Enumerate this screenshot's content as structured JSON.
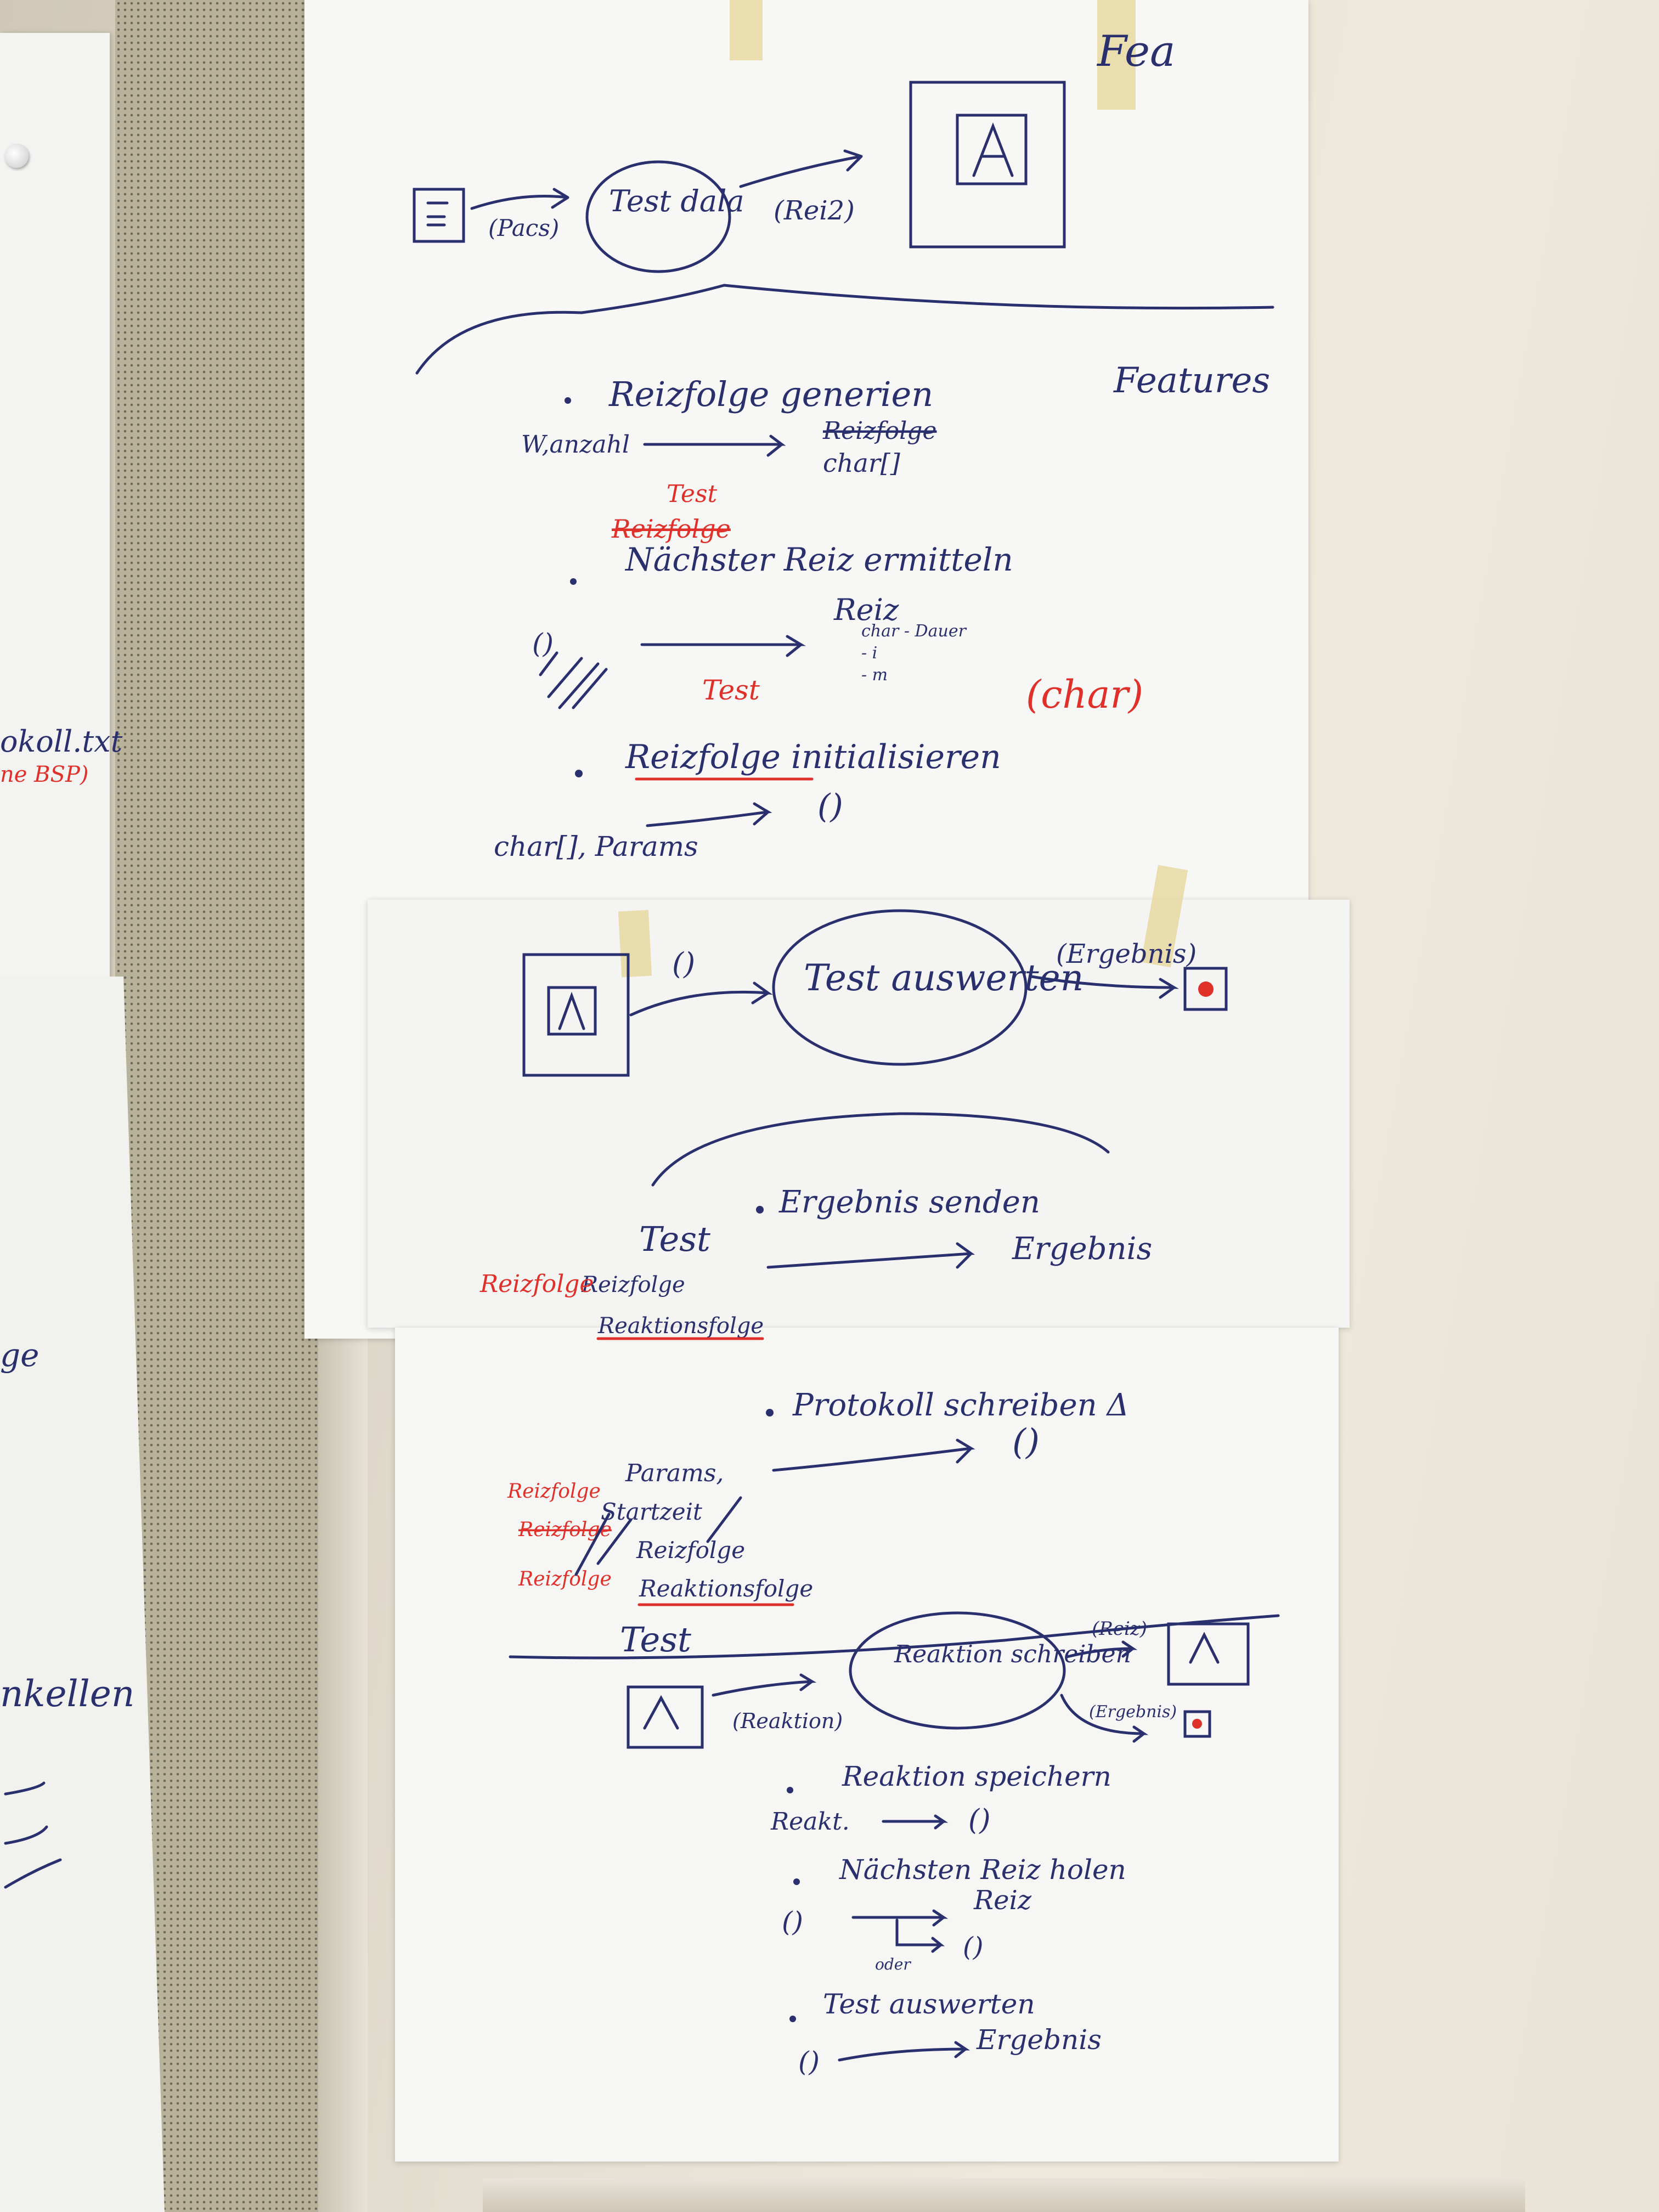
{
  "photo": {
    "subject": "Whiteboard-style flip chart sheets with handwritten flow diagrams",
    "ink_colors": {
      "blue": "#2a2f6e",
      "red": "#e0302a"
    }
  },
  "top_section": {
    "corner_note": "Fea",
    "flow_edge1": "(Pacs)",
    "node_test_data": "Test dala",
    "flow_edge2": "(Rei2)",
    "features_label": "Features"
  },
  "features": [
    {
      "bullet": "Reizfolge generien",
      "input": "W,anzahl",
      "output_struck": "Reizfolge",
      "output": "char[]"
    },
    {
      "red_above": "Test",
      "red_struck": "Reizfolge",
      "bullet": "Nächster Reiz ermitteln",
      "input": "()",
      "output": "Reiz",
      "output_detail": [
        "char - Dauer",
        "- i",
        "- m"
      ]
    },
    {
      "red_above": "Test",
      "bullet": "Reizfolge initialisieren",
      "red_note": "(char)",
      "input": "char[], Params",
      "output": "()"
    }
  ],
  "middle_section": {
    "edge_in": "()",
    "node_test_auswerten": "Test auswerten",
    "edge_out": "(Ergebnis)",
    "bullet_ergebnis": "Ergebnis senden",
    "input_stack": [
      "Test",
      "Reizfolge",
      "Reaktionsfolge"
    ],
    "red_input": "Reizfolge",
    "output_ergebnis": "Ergebnis",
    "bullet_protokoll": "Protokoll schreiben Δ",
    "protokoll_inputs": [
      "Params,",
      "Startzeit",
      "Reizfolge",
      "Reaktionsfolge"
    ],
    "red_protokoll": [
      "Reizfolge",
      "Reizfolge",
      "Reizfolge"
    ],
    "protokoll_output": "()",
    "test_label": "Test"
  },
  "bottom_section": {
    "edge_in": "(Reaktion)",
    "node_reaktion": "Reaktion schreiben",
    "edge_up": "(Reiz)",
    "edge_down": "(Ergebnis)",
    "items": [
      {
        "bullet": "Reaktion speichern",
        "input": "Reakt.",
        "output": "()"
      },
      {
        "bullet": "Nächsten Reiz holen",
        "input": "()",
        "output": "Reiz",
        "alt_label": "oder",
        "alt_output": "()"
      },
      {
        "bullet": "Test auswerten",
        "input": "()",
        "output": "Ergebnis"
      }
    ]
  },
  "left_sheet_fragments": [
    "okoll.txt",
    "ne BSP)",
    "ge",
    "nkellen"
  ]
}
